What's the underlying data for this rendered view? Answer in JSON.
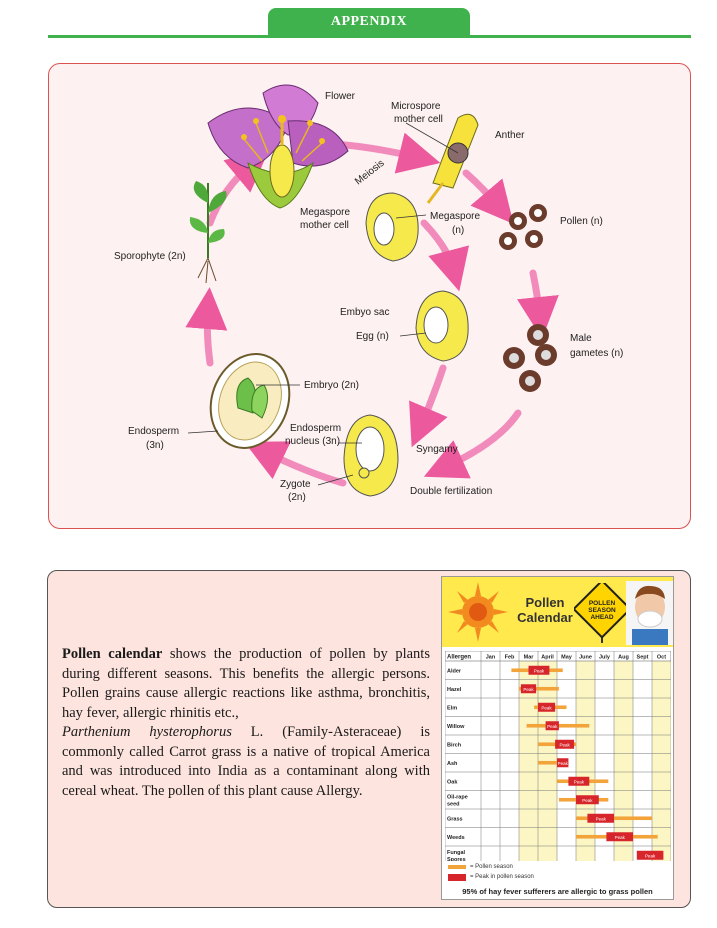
{
  "header": {
    "tab_label": "APPENDIX"
  },
  "cycle_labels": {
    "flower": "Flower",
    "microspore_1": "Microspore",
    "microspore_2": "mother cell",
    "anther": "Anther",
    "meiosis": "Meiosis",
    "megaspore_mc_1": "Megaspore",
    "megaspore_mc_2": "mother cell",
    "megaspore_1": "Megaspore",
    "megaspore_2": "(n)",
    "pollen": "Pollen (n)",
    "sporophyte": "Sporophyte (2n)",
    "embryo_sac": "Embyo sac",
    "egg": "Egg (n)",
    "male_1": "Male",
    "male_2": "gametes (n)",
    "embryo": "Embryo (2n)",
    "endosperm_1": "Endosperm",
    "endosperm_2": "(3n)",
    "endo_nucleus_1": "Endosperm",
    "endo_nucleus_2": "nucleus (3n)",
    "syngamy": "Syngamy",
    "zygote_1": "Zygote",
    "zygote_2": "(2n)",
    "double_fert": "Double fertilization"
  },
  "pollen_text": {
    "term": "Pollen calendar",
    "p1_rest": " shows the production of pollen by plants during different seasons. This benefits the allergic persons. Pollen grains cause allergic reactions like asthma, bronchitis, hay fever, allergic rhinitis etc.,",
    "species": "Parthenium hysterophorus",
    "p2_rest": " L. (Family-Asteraceae) is commonly called Carrot grass is a native of tropical America and was introduced into India as a contaminant along with cereal wheat. The pollen of this plant cause Allergy."
  },
  "calendar": {
    "title_1": "Pollen",
    "title_2": "Calendar",
    "sign_1": "POLLEN",
    "sign_2": "SEASON",
    "sign_3": "AHEAD",
    "header_allergen": "Allergen",
    "months": [
      "Jan",
      "Feb",
      "Mar",
      "April",
      "May",
      "June",
      "July",
      "Aug",
      "Sept",
      "Oct"
    ],
    "peak_label": "Peak",
    "rows": [
      {
        "name": "Alder",
        "season": [
          1.6,
          4.3
        ],
        "peak": [
          2.5,
          3.6
        ]
      },
      {
        "name": "Hazel",
        "season": [
          2.0,
          4.1
        ],
        "peak": [
          2.1,
          2.9
        ]
      },
      {
        "name": "Elm",
        "season": [
          2.8,
          4.5
        ],
        "peak": [
          3.0,
          3.9
        ]
      },
      {
        "name": "Willow",
        "season": [
          2.4,
          5.7
        ],
        "peak": [
          3.4,
          4.1
        ]
      },
      {
        "name": "Birch",
        "season": [
          3.0,
          5.0
        ],
        "peak": [
          3.9,
          4.9
        ]
      },
      {
        "name": "Ash",
        "season": [
          3.0,
          4.6
        ],
        "peak": [
          4.0,
          4.6
        ]
      },
      {
        "name": "Oak",
        "season": [
          4.0,
          6.7
        ],
        "peak": [
          4.6,
          5.7
        ]
      },
      {
        "name": "Oil-rape seed",
        "season": [
          4.1,
          6.7
        ],
        "peak": [
          5.0,
          6.2
        ]
      },
      {
        "name": "Grass",
        "season": [
          5.0,
          9.0
        ],
        "peak": [
          5.6,
          7.0
        ]
      },
      {
        "name": "Weeds",
        "season": [
          5.0,
          9.3
        ],
        "peak": [
          6.6,
          8.0
        ]
      },
      {
        "name": "Fungal Spores",
        "season": null,
        "peak": [
          8.2,
          9.6
        ]
      }
    ],
    "legend_season": "= Pollen season",
    "legend_peak": "= Peak in pollen season",
    "footer": "95% of hay fever sufferers are allergic to grass pollen",
    "colors": {
      "season": "#f2a33a",
      "peak": "#d7262b",
      "highlight": "#fbf6c4"
    }
  }
}
